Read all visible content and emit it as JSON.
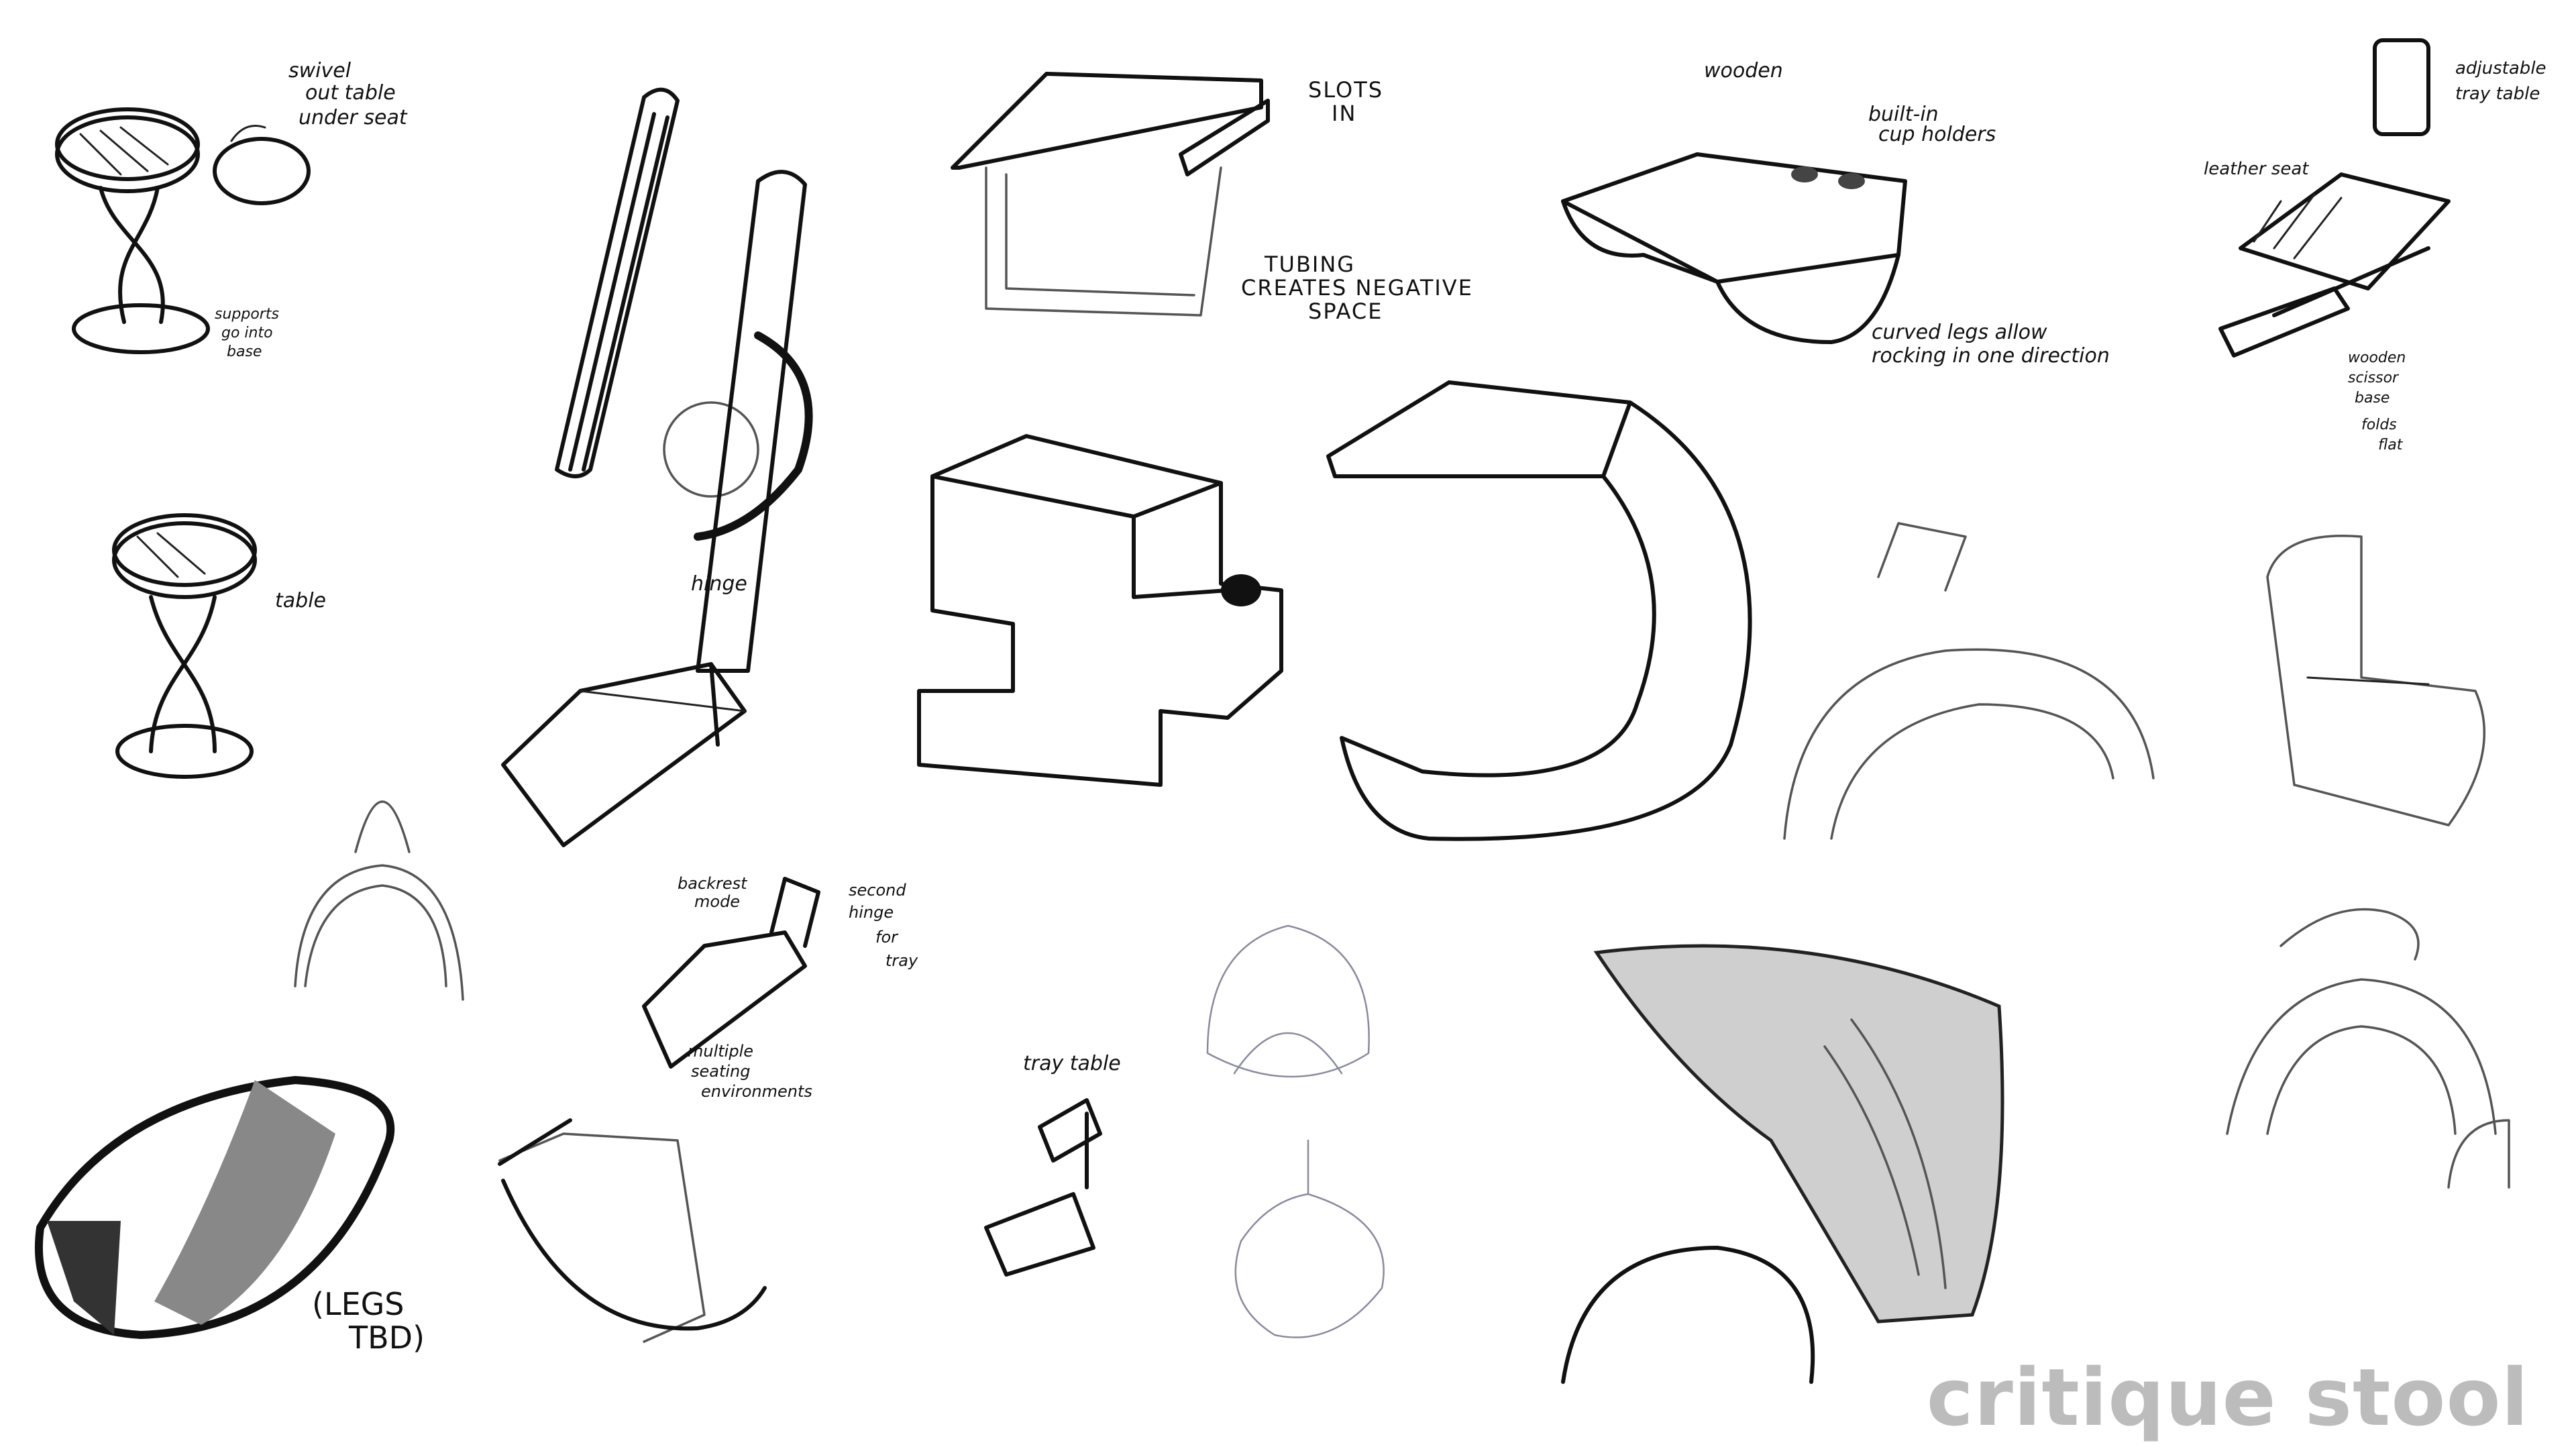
{
  "title": "critique stool",
  "annotations": {
    "swivel": [
      "swivel",
      "out table",
      "under seat"
    ],
    "supports": [
      "supports",
      "go into",
      "base"
    ],
    "table": "table",
    "hinge": "hinge",
    "backrest": [
      "backrest",
      "mode"
    ],
    "second_hinge": [
      "second",
      "hinge",
      "for",
      "tray"
    ],
    "multiple": [
      "multiple",
      "seating",
      "environments"
    ],
    "legs_tbd": [
      "(LEGS",
      "TBD)"
    ],
    "slots": [
      "SLOTS",
      "IN"
    ],
    "tubing": [
      "TUBING",
      "CREATES NEGATIVE",
      "SPACE"
    ],
    "tray_table": "tray table",
    "wooden": "wooden",
    "cup_holders": [
      "built-in",
      "cup holders"
    ],
    "curved_legs": [
      "curved legs allow",
      "rocking in one direction"
    ],
    "adjustable": [
      "adjustable",
      "tray table"
    ],
    "leather_seat": "leather seat",
    "scissor": [
      "wooden",
      "scissor",
      "base"
    ],
    "folds_flat": [
      "folds",
      "flat"
    ]
  }
}
